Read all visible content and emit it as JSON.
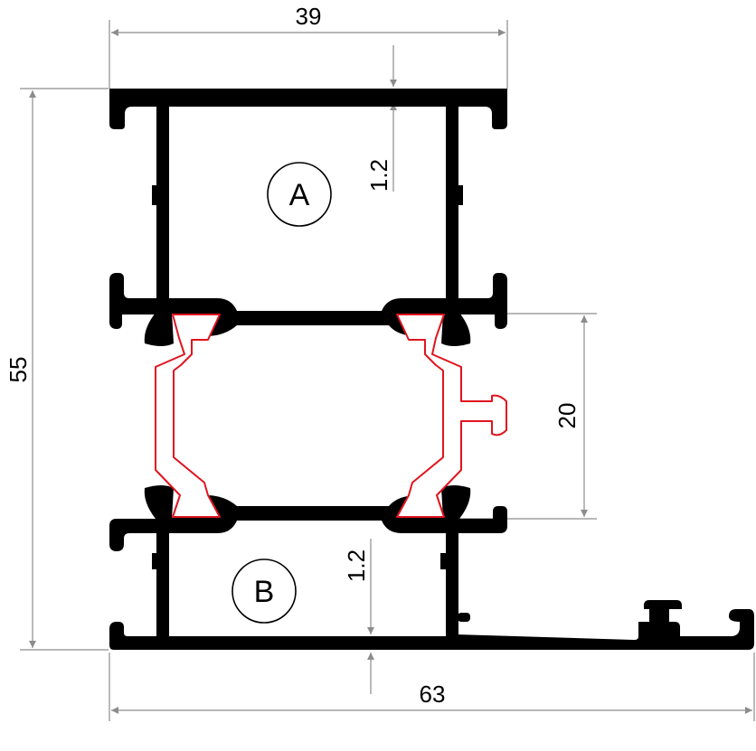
{
  "colors": {
    "profile": "#000000",
    "thermal_break": "#e0141e",
    "dimension": "#8c8c8c",
    "background": "#ffffff"
  },
  "dimensions": {
    "top_width": "39",
    "bottom_width": "63",
    "total_height": "55",
    "break_height": "20",
    "wall_thickness_a": "1.2",
    "wall_thickness_b": "1.2"
  },
  "chambers": {
    "upper": "A",
    "lower": "B"
  }
}
